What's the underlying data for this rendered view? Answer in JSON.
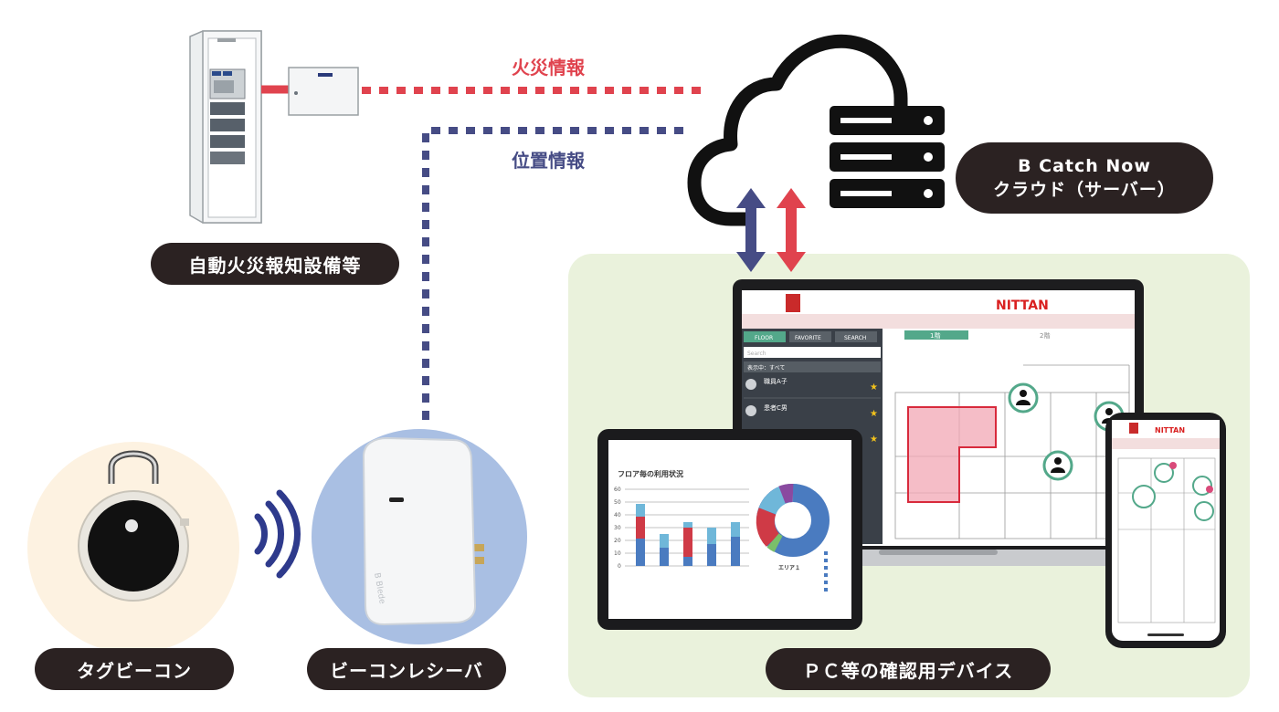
{
  "labels": {
    "fire_alarm_equipment": "自動火災報知設備等",
    "cloud": {
      "line1": "B Catch Now",
      "line2": "クラウド（サーバー）"
    },
    "tag_beacon": "タグビーコン",
    "beacon_receiver": "ビーコンレシーバ",
    "devices": "ＰＣ等の確認用デバイス"
  },
  "flows": {
    "fire_info": "火災情報",
    "position_info": "位置情報"
  },
  "colors": {
    "fire": "#e0434e",
    "position": "#464c85",
    "pill_bg": "#2b2222",
    "device_panel": "#eaf2dc"
  },
  "laptop_ui": {
    "brand": "NITTAN",
    "tabs": [
      "FLOOR",
      "FAVORITE",
      "SEARCH"
    ],
    "floor_tabs": [
      "1階",
      "2階"
    ],
    "search_placeholder": "Search",
    "filter": "表示中：すべて",
    "people": [
      "職員A子",
      "患者C男"
    ]
  },
  "tablet_ui": {
    "chart_title": "フロア毎の利用状況",
    "donut_label": "エリア１"
  },
  "phone_ui": {
    "brand": "NITTAN"
  }
}
